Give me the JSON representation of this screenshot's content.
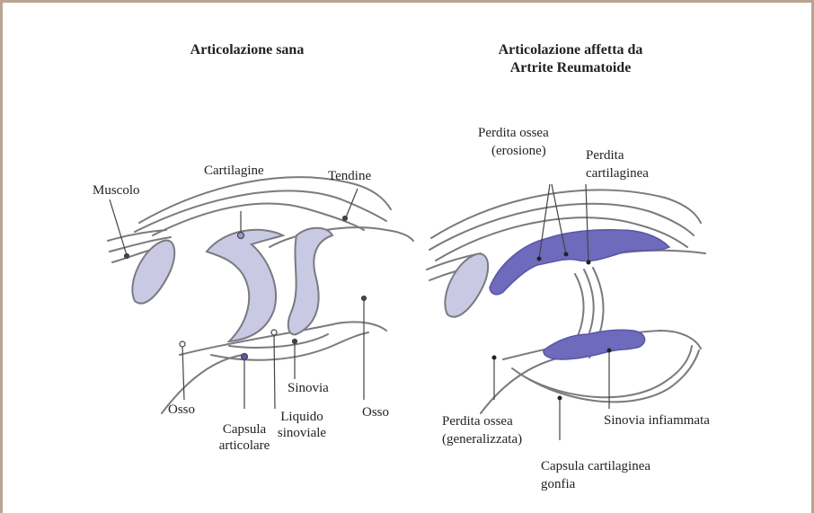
{
  "colors": {
    "outline": "#7a7a80",
    "cartilage_fill": "#c9c9e4",
    "inflamed_fill": "#6e6bbd",
    "frame": "#b9a58f"
  },
  "healthy": {
    "title": "Articolazione sana",
    "labels": {
      "muscolo": "Muscolo",
      "cartilagine": "Cartilagine",
      "tendine": "Tendine",
      "osso_left": "Osso",
      "capsula_1": "Capsula",
      "capsula_2": "articolare",
      "liquido_1": "Liquido",
      "liquido_2": "sinoviale",
      "sinovia": "Sinovia",
      "osso_right": "Osso"
    }
  },
  "ra": {
    "title_1": "Articolazione affetta da",
    "title_2": "Artrite Reumatoide",
    "labels": {
      "perdita_ossea_1": "Perdita ossea",
      "perdita_ossea_2": "(erosione)",
      "perdita_cart_1": "Perdita",
      "perdita_cart_2": "cartilaginea",
      "perdita_gen_1": "Perdita ossea",
      "perdita_gen_2": "(generalizzata)",
      "sinovia_infiammata": "Sinovia infiammata",
      "capsula_gonfia_1": "Capsula cartilaginea",
      "capsula_gonfia_2": "gonfia"
    }
  }
}
